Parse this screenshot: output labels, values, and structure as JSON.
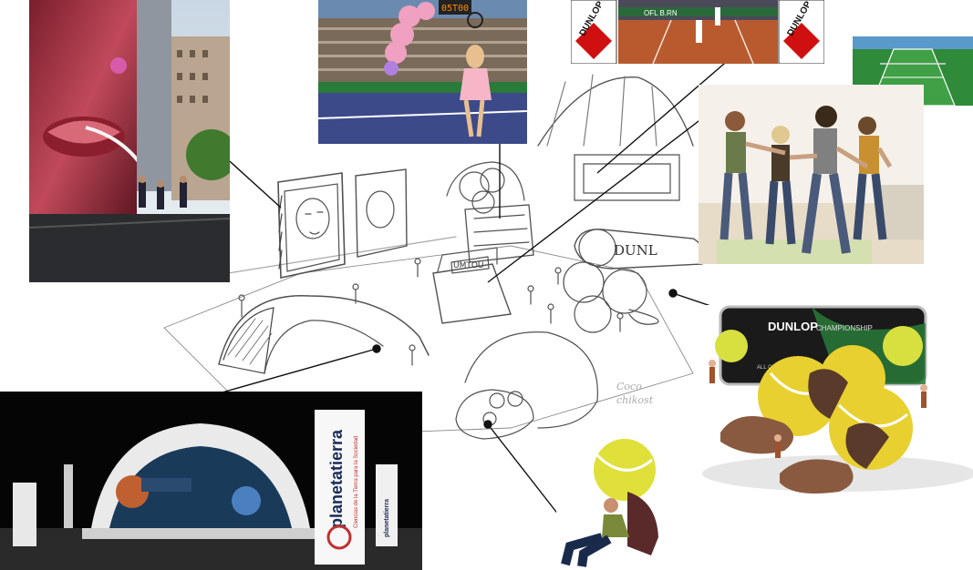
{
  "collage": {
    "scoreboard_text": "05T00",
    "dunlop_banner_text": "DUNLOP",
    "stadium_sign_text": "OFL B.RN",
    "sketch_frame_label": "DUNL",
    "sketch_kiosk_label": "UMTOU",
    "sketch_note_line1": "Coco",
    "sketch_note_line2": "chikost",
    "ball_can_brand": "DUNLOP",
    "ball_can_sub": "CHAMPIONSHIP",
    "ball_can_small": "ALL COURT · BALL",
    "dome_brand": "planetatierra",
    "dome_subtitle": "Ciencias de la Tierra para la Sociedad",
    "flag_brand_small": "planetatierra"
  }
}
